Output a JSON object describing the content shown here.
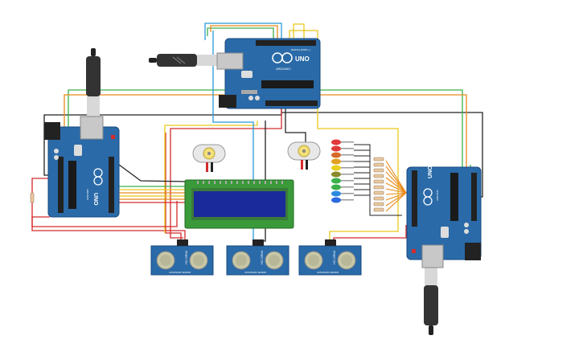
{
  "circuit": {
    "arduinos": [
      {
        "id": "top",
        "brand_text": "ARDUINO",
        "model_text": "UNO",
        "header_text": "DIGITAL (PWM ~)"
      },
      {
        "id": "left",
        "brand_text": "ARDUINO",
        "model_text": "UNO",
        "header_text": "DIGITAL (PWM ~)"
      },
      {
        "id": "right",
        "brand_text": "ARDUINO",
        "model_text": "UNO",
        "header_text": "DIGITAL (PWM ~)"
      }
    ],
    "sensors": [
      {
        "label": "HC-SR04",
        "subtext": "ULTRASONIC SENSOR"
      },
      {
        "label": "HC-SR04",
        "subtext": "ULTRASONIC SENSOR"
      },
      {
        "label": "HC-SR04",
        "subtext": "ULTRASONIC SENSOR"
      }
    ],
    "led_colors": [
      "#e03a3a",
      "#e03a3a",
      "#d66a2a",
      "#e0a020",
      "#e8d020",
      "#8a8a2a",
      "#3cb04a",
      "#3cb04a",
      "#2a8adf",
      "#2a6adf"
    ],
    "wire_colors": {
      "red": "#d42a2a",
      "orange": "#e88a1a",
      "yellow": "#e8c81a",
      "green": "#3cb04a",
      "blue": "#2a9ad8",
      "black": "#222222",
      "white": "#dddddd"
    },
    "board_color": "#2a6aa8",
    "lcd_screen_color": "#1a2a9a",
    "lcd_frame_color": "#3a9a3a"
  }
}
